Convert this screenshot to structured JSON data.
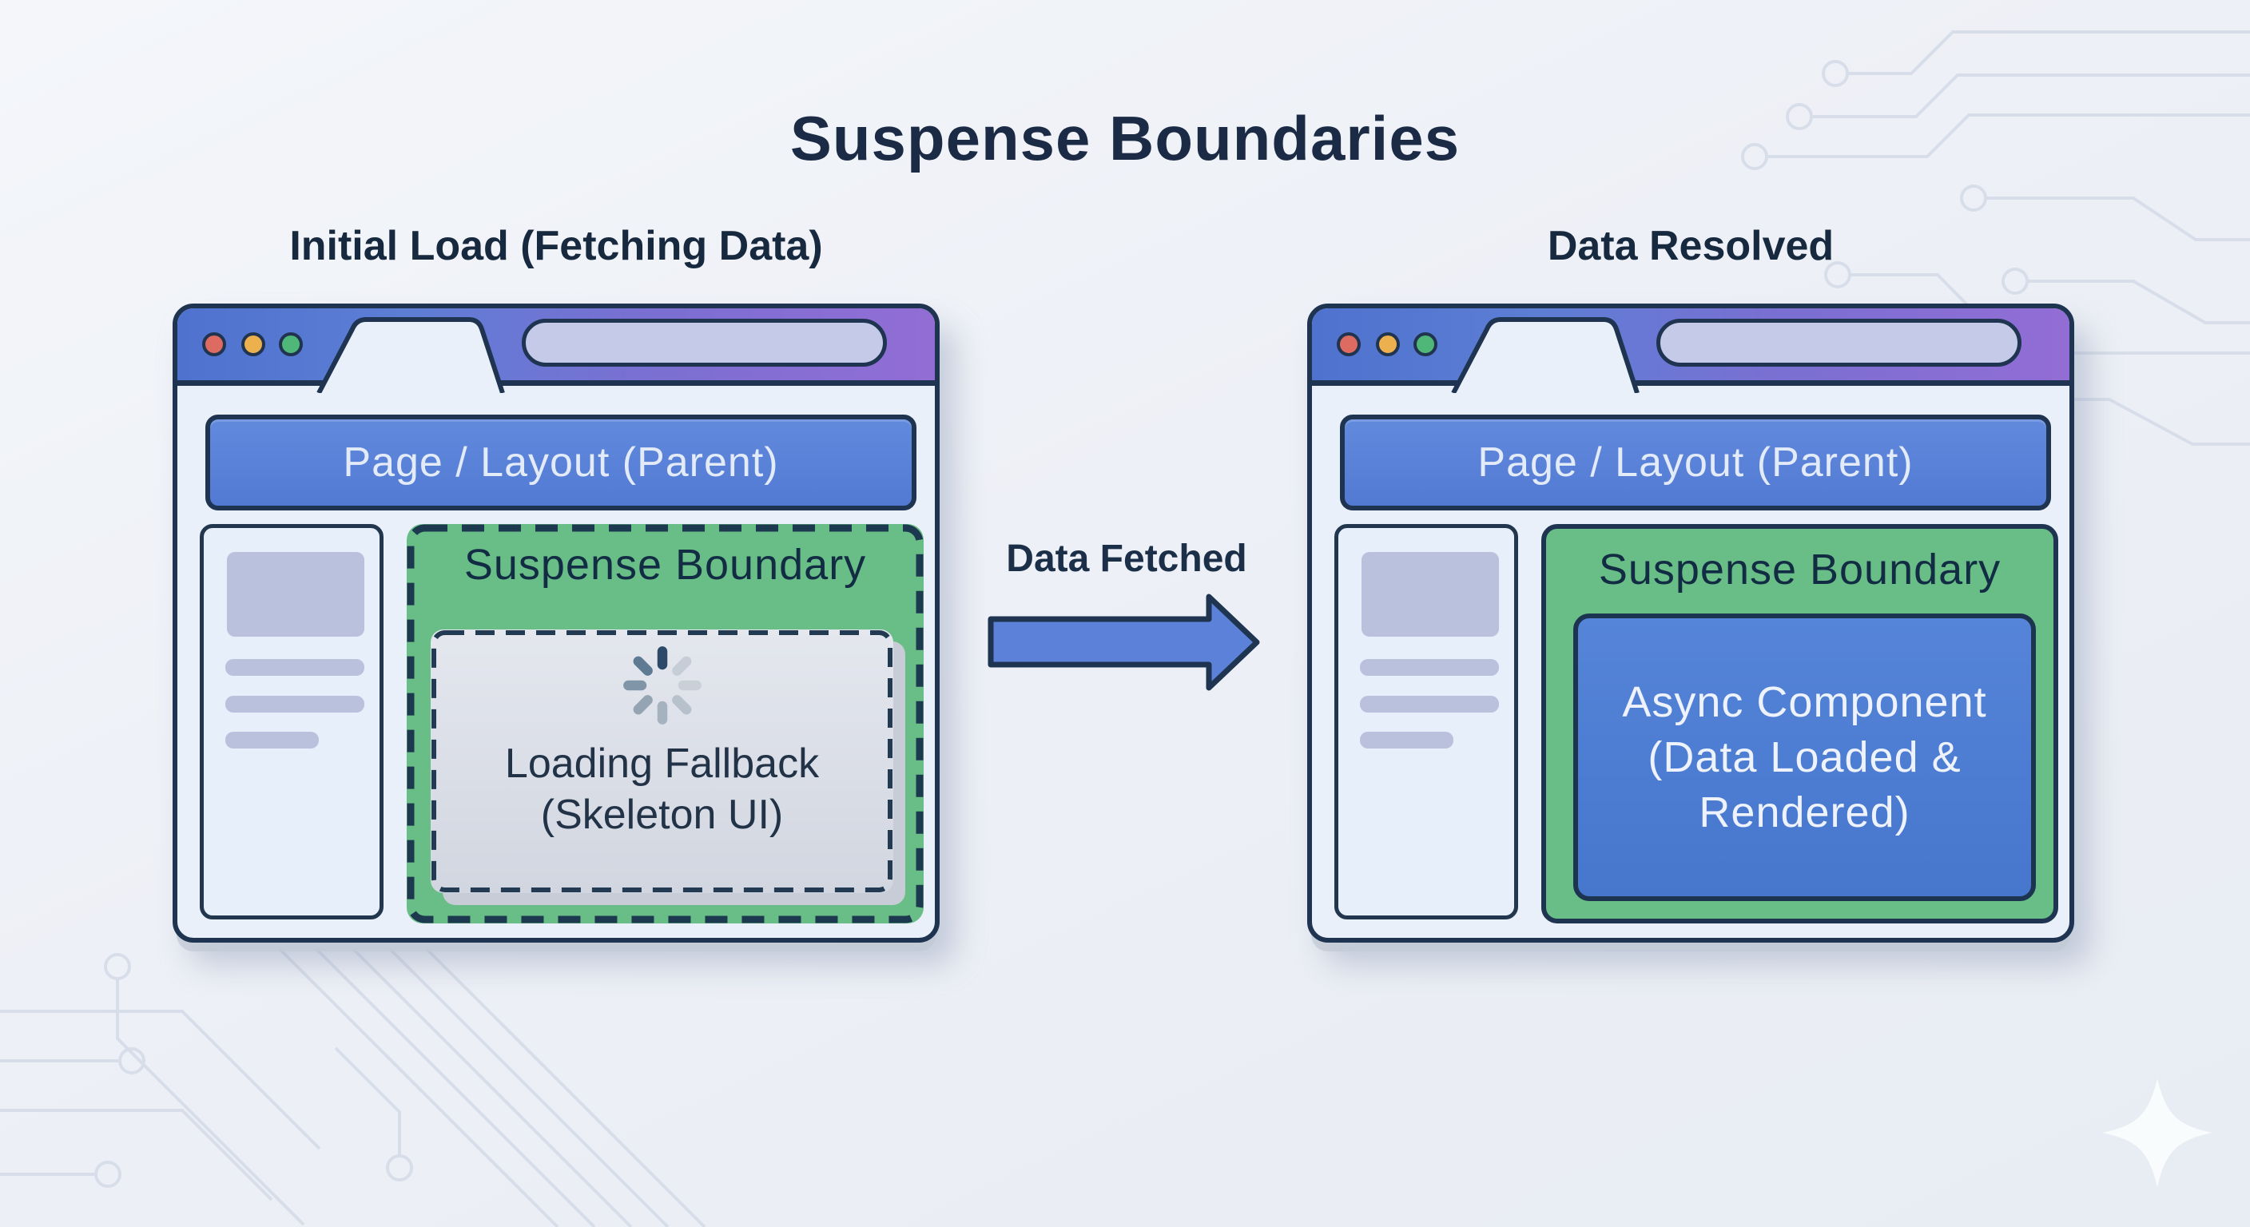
{
  "title": "Suspense Boundaries",
  "left_panel": {
    "heading": "Initial Load (Fetching Data)",
    "browser": {
      "page_layout_label": "Page / Layout (Parent)",
      "suspense_boundary_label": "Suspense Boundary",
      "fallback": {
        "line1": "Loading Fallback",
        "line2": "(Skeleton UI)"
      }
    }
  },
  "right_panel": {
    "heading": "Data Resolved",
    "browser": {
      "page_layout_label": "Page / Layout (Parent)",
      "suspense_boundary_label": "Suspense Boundary",
      "async_component": {
        "line1": "Async Component",
        "line2": "(Data Loaded &",
        "line3": "Rendered)"
      }
    }
  },
  "transition": {
    "label": "Data Fetched"
  },
  "icons": {
    "traffic_lights": [
      "close-icon",
      "minimize-icon",
      "maximize-icon"
    ],
    "spinner": "loading-spinner-icon"
  },
  "colors": {
    "outline_navy": "#1E3450",
    "boundary_green": "#69BD86",
    "primary_blue": "#5B82D8",
    "async_blue": "#4C78CE",
    "topbar_purple": "#926DD4",
    "skeleton_gray": "#B9C1DD",
    "fallback_gray": "#D8DCE4",
    "traffic_red": "#DD6B61",
    "traffic_yellow": "#ECB04E",
    "traffic_green": "#4FB878"
  }
}
